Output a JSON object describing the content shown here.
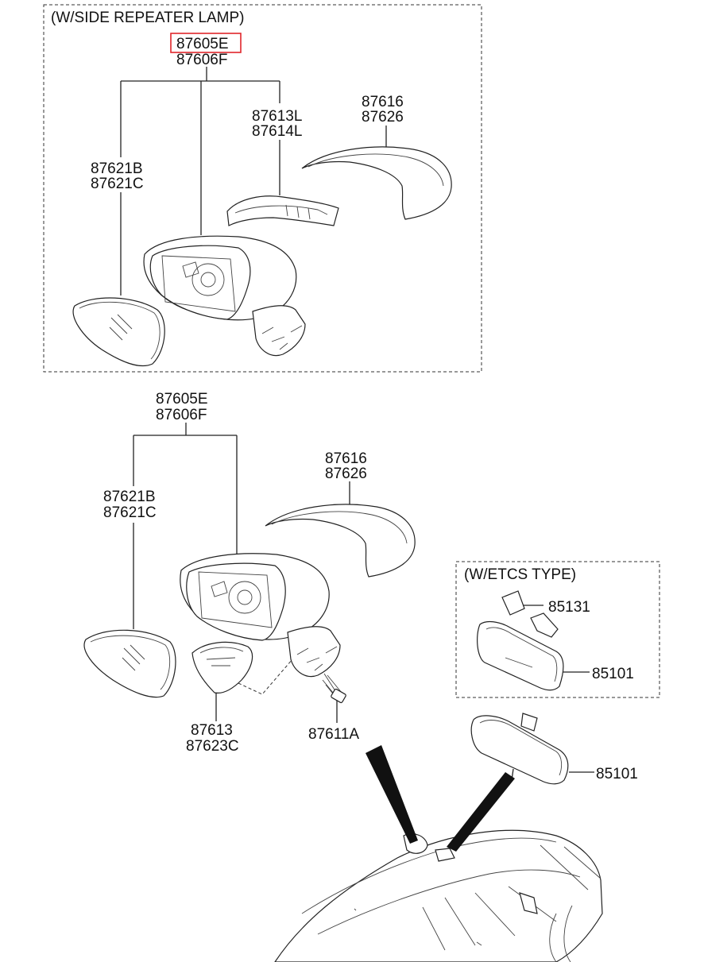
{
  "sections": {
    "side_repeater_title": "(W/SIDE REPEATER LAMP)",
    "etcs_title": "(W/ETCS TYPE)"
  },
  "top_group": {
    "assembly_numbers": [
      "87605E",
      "87606F"
    ],
    "highlighted_number": "87605E",
    "glass": [
      "87621B",
      "87621C"
    ],
    "repeater_lamp": [
      "87613L",
      "87614L"
    ],
    "cover": [
      "87616",
      "87626"
    ]
  },
  "bottom_group": {
    "assembly_numbers": [
      "87605E",
      "87606F"
    ],
    "glass": [
      "87621B",
      "87621C"
    ],
    "cover": [
      "87616",
      "87626"
    ],
    "base_cover": [
      "87613",
      "87623C"
    ],
    "screw": "87611A"
  },
  "etcs_group": {
    "bracket": "85131",
    "mirror": "85101"
  },
  "inside_mirror": "85101",
  "colors": {
    "highlight_box": "#e0262b",
    "line": "#222222"
  }
}
